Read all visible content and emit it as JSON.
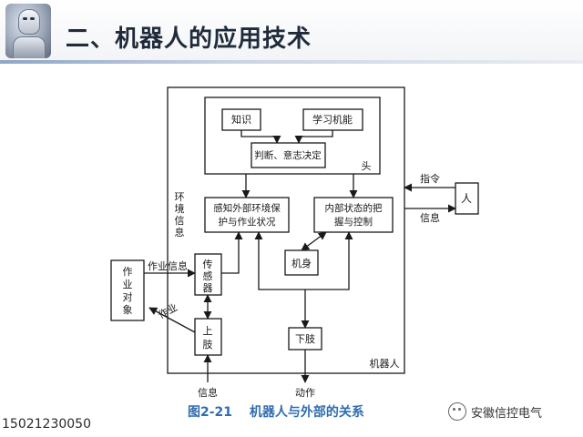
{
  "header": {
    "title": "二、机器人的应用技术"
  },
  "diagram": {
    "head_label": "头",
    "robot_label": "机器人",
    "knowledge": "知识",
    "learning": "学习机能",
    "decision": "判断、意志决定",
    "perception_line1": "感知外部环境保",
    "perception_line2": "护与作业状况",
    "internal_line1": "内部状态的把",
    "internal_line2": "握与控制",
    "env_info": [
      "环",
      "境",
      "信",
      "息"
    ],
    "sensor": [
      "传",
      "感",
      "器"
    ],
    "body": "机身",
    "upper_limb": [
      "上",
      "肢"
    ],
    "lower_limb": "下肢",
    "work_object": [
      "作",
      "业",
      "对",
      "象"
    ],
    "work_info": "作业信息",
    "work": "作业",
    "human": "人",
    "command": "指令",
    "info_right": "信息",
    "info_bottom": "信息",
    "action": "动作"
  },
  "caption": {
    "figure": "图2-21",
    "text": "机器人与外部的关系"
  },
  "footer": {
    "phone": "15021230050",
    "wechat": "安徽信控电气"
  },
  "colors": {
    "caption": "#2e6eb0",
    "title": "#1f2a3a",
    "line": "#1a1a1a"
  }
}
